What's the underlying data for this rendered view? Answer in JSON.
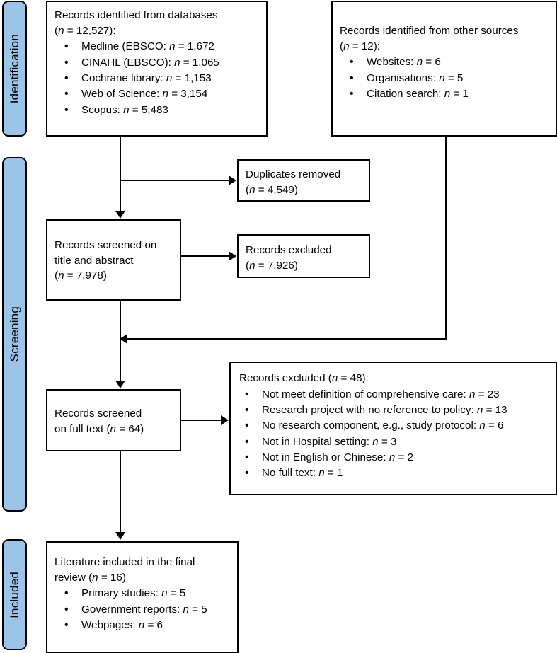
{
  "diagram": {
    "title": "PRISMA flow diagram",
    "accent_color": "#9CC3E8",
    "line_color": "#000000",
    "background_color": "#FFFFFF"
  },
  "stages": {
    "identification": "Identification",
    "screening": "Screening",
    "included": "Included"
  },
  "boxes": {
    "databases": {
      "header_line1": "Records identified from databases",
      "header_line2_pre": "(",
      "header_line2_n": "n",
      "header_line2_post": " = 12,527):",
      "items": [
        {
          "label": "Medline (EBSCO: ",
          "n": "n",
          "value": " = 1,672"
        },
        {
          "label": "CINAHL (EBSCO): ",
          "n": "n",
          "value": " = 1,065"
        },
        {
          "label": "Cochrane library: ",
          "n": "n",
          "value": " = 1,153"
        },
        {
          "label": "Web of Science: ",
          "n": "n",
          "value": " = 3,154"
        },
        {
          "label": "Scopus: ",
          "n": "n",
          "value": " = 5,483"
        }
      ]
    },
    "other_sources": {
      "header_line1": "Records identified from other sources",
      "header_line2_pre": "(",
      "header_line2_n": "n",
      "header_line2_post": " = 12):",
      "items": [
        {
          "label": "Websites: ",
          "n": "n",
          "value": " = 6"
        },
        {
          "label": "Organisations: ",
          "n": "n",
          "value": " = 5"
        },
        {
          "label": "Citation search: ",
          "n": "n",
          "value": " = 1"
        }
      ]
    },
    "duplicates_removed": {
      "line1": "Duplicates removed",
      "line2_pre": "(",
      "line2_n": "n",
      "line2_post": " = 4,549)"
    },
    "screened_title_abstract": {
      "line1": "Records screened on",
      "line2": "title and abstract",
      "line3_pre": "(",
      "line3_n": "n",
      "line3_post": " = 7,978)"
    },
    "records_excluded_ta": {
      "line1": "Records excluded",
      "line2_pre": "(",
      "line2_n": "n",
      "line2_post": " = 7,926)"
    },
    "screened_full_text": {
      "line1": "Records screened",
      "line2_pre": "on full text (",
      "line2_n": "n",
      "line2_post": " = 64)"
    },
    "records_excluded_ft": {
      "header_pre": "Records excluded (",
      "header_n": "n",
      "header_post": " = 48):",
      "items": [
        {
          "label": "Not meet definition of comprehensive care: ",
          "n": "n",
          "value": " = 23"
        },
        {
          "label": "Research project with no reference to policy: ",
          "n": "n",
          "value": " = 13"
        },
        {
          "label": "No research component, e.g., study protocol: ",
          "n": "n",
          "value": " = 6"
        },
        {
          "label": "Not in Hospital setting: ",
          "n": "n",
          "value": " = 3"
        },
        {
          "label": "Not in English or Chinese: ",
          "n": "n",
          "value": " = 2"
        },
        {
          "label": "No full text: ",
          "n": "n",
          "value": " = 1"
        }
      ]
    },
    "included_final": {
      "header_line1": "Literature included in the final",
      "header_line2_pre": "review (",
      "header_line2_n": "n",
      "header_line2_post": " = 16)",
      "items": [
        {
          "label": "Primary studies: ",
          "n": "n",
          "value": " = 5"
        },
        {
          "label": "Government reports: ",
          "n": "n",
          "value": " = 5"
        },
        {
          "label": "Webpages: ",
          "n": "n",
          "value": " = 6"
        }
      ]
    }
  },
  "chart_data": {
    "type": "diagram",
    "title": "PRISMA study selection flow diagram",
    "nodes": [
      {
        "id": "databases",
        "stage": "Identification",
        "label": "Records identified from databases",
        "n": 12527,
        "breakdown": [
          {
            "source": "Medline (EBSCO)",
            "n": 1672
          },
          {
            "source": "CINAHL (EBSCO)",
            "n": 1065
          },
          {
            "source": "Cochrane library",
            "n": 1153
          },
          {
            "source": "Web of Science",
            "n": 3154
          },
          {
            "source": "Scopus",
            "n": 5483
          }
        ]
      },
      {
        "id": "other_sources",
        "stage": "Identification",
        "label": "Records identified from other sources",
        "n": 12,
        "breakdown": [
          {
            "source": "Websites",
            "n": 6
          },
          {
            "source": "Organisations",
            "n": 5
          },
          {
            "source": "Citation search",
            "n": 1
          }
        ]
      },
      {
        "id": "duplicates_removed",
        "stage": "Screening",
        "label": "Duplicates removed",
        "n": 4549
      },
      {
        "id": "screened_title_abstract",
        "stage": "Screening",
        "label": "Records screened on title and abstract",
        "n": 7978
      },
      {
        "id": "records_excluded_ta",
        "stage": "Screening",
        "label": "Records excluded",
        "n": 7926
      },
      {
        "id": "screened_full_text",
        "stage": "Screening",
        "label": "Records screened on full text",
        "n": 64
      },
      {
        "id": "records_excluded_ft",
        "stage": "Screening",
        "label": "Records excluded",
        "n": 48,
        "breakdown": [
          {
            "reason": "Not meet definition of comprehensive care",
            "n": 23
          },
          {
            "reason": "Research project with no reference to policy",
            "n": 13
          },
          {
            "reason": "No research component, e.g., study protocol",
            "n": 6
          },
          {
            "reason": "Not in Hospital setting",
            "n": 3
          },
          {
            "reason": "Not in English or Chinese",
            "n": 2
          },
          {
            "reason": "No full text",
            "n": 1
          }
        ]
      },
      {
        "id": "included_final",
        "stage": "Included",
        "label": "Literature included in the final review",
        "n": 16,
        "breakdown": [
          {
            "type": "Primary studies",
            "n": 5
          },
          {
            "type": "Government reports",
            "n": 5
          },
          {
            "type": "Webpages",
            "n": 6
          }
        ]
      }
    ],
    "edges": [
      {
        "from": "databases",
        "to": "duplicates_removed"
      },
      {
        "from": "databases",
        "to": "screened_title_abstract"
      },
      {
        "from": "screened_title_abstract",
        "to": "records_excluded_ta"
      },
      {
        "from": "screened_title_abstract",
        "to": "screened_full_text"
      },
      {
        "from": "other_sources",
        "to": "screened_full_text"
      },
      {
        "from": "screened_full_text",
        "to": "records_excluded_ft"
      },
      {
        "from": "screened_full_text",
        "to": "included_final"
      }
    ]
  }
}
